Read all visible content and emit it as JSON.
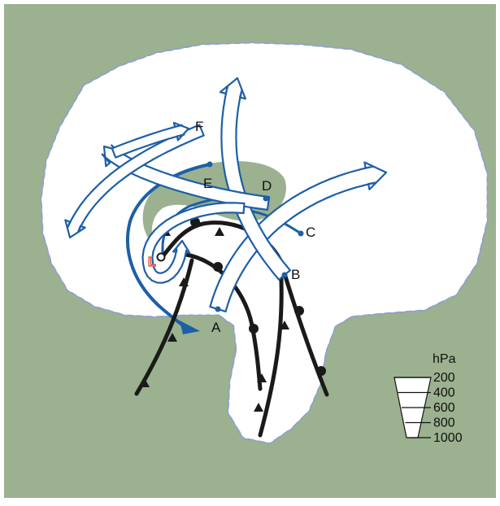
{
  "colors": {
    "background": "#9bb18f",
    "cloud": "#ffffff",
    "cloud_edge": "#8e9fd0",
    "airstream_blue": "#1d5fa6",
    "front": "#1a1a1a",
    "low_center": "#e0402a"
  },
  "low_center": {
    "symbol": "L"
  },
  "points": [
    {
      "id": "A",
      "label": "A"
    },
    {
      "id": "B",
      "label": "B"
    },
    {
      "id": "C",
      "label": "C"
    },
    {
      "id": "D",
      "label": "D"
    },
    {
      "id": "E",
      "label": "E"
    },
    {
      "id": "F",
      "label": "F"
    }
  ],
  "pressure_scale": {
    "unit": "hPa",
    "levels": [
      "200",
      "400",
      "600",
      "800",
      "1000"
    ]
  }
}
